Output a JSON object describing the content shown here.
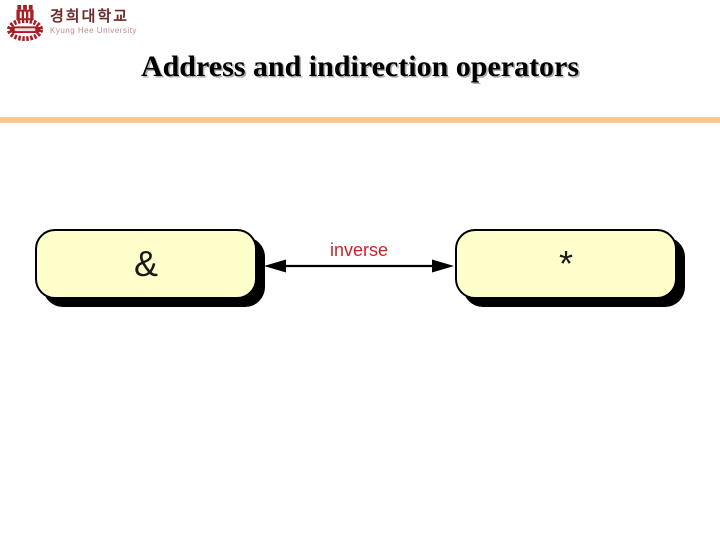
{
  "slide": {
    "title": "Address and indirection operators",
    "background_color": "#ffffff"
  },
  "logo": {
    "korean_name": "경희대학교",
    "english_name": "Kyung Hee University",
    "emblem_icon": "university-crest-icon",
    "emblem_color": "#a81e24",
    "korean_text_color": "#6d2b2b",
    "english_text_color": "#c08b8b"
  },
  "divider": {
    "color": "#f7c794"
  },
  "diagram": {
    "left_box": {
      "label": "&",
      "fill_color": "#ffffcc",
      "border_color": "#000000"
    },
    "right_box": {
      "label": "*",
      "fill_color": "#ffffcc",
      "border_color": "#000000"
    },
    "arrow": {
      "label": "inverse",
      "label_color": "#cc2329",
      "direction": "double-headed",
      "color": "#000000"
    }
  }
}
